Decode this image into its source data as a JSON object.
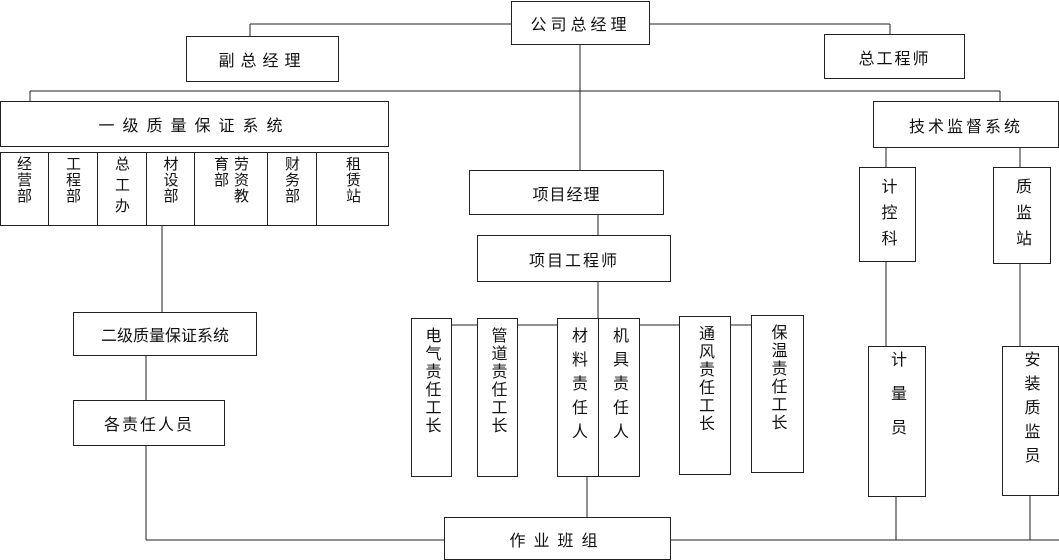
{
  "top": "公司总经理",
  "deputy": "副总经理",
  "chief_engineer": "总工程师",
  "level1_qa": "一级质量保证系统",
  "tech_supervision": "技术监督系统",
  "departments": [
    "经营部",
    "工程部",
    "总工办",
    "材设部",
    "劳资教育部",
    "财务部",
    "租赁站"
  ],
  "project_manager": "项目经理",
  "project_engineer": "项目工程师",
  "foremen": [
    "电气责任工长",
    "管道责任工长",
    "材料责任人",
    "机具责任人",
    "通风责任工长",
    "保温责任工长"
  ],
  "jikong": "计控科",
  "zhijian": "质监站",
  "metering": "计量员",
  "install_qc": "安装质监员",
  "level2_qa": "二级质量保证系统",
  "responsible": "各责任人员",
  "work_team": "作业班组"
}
